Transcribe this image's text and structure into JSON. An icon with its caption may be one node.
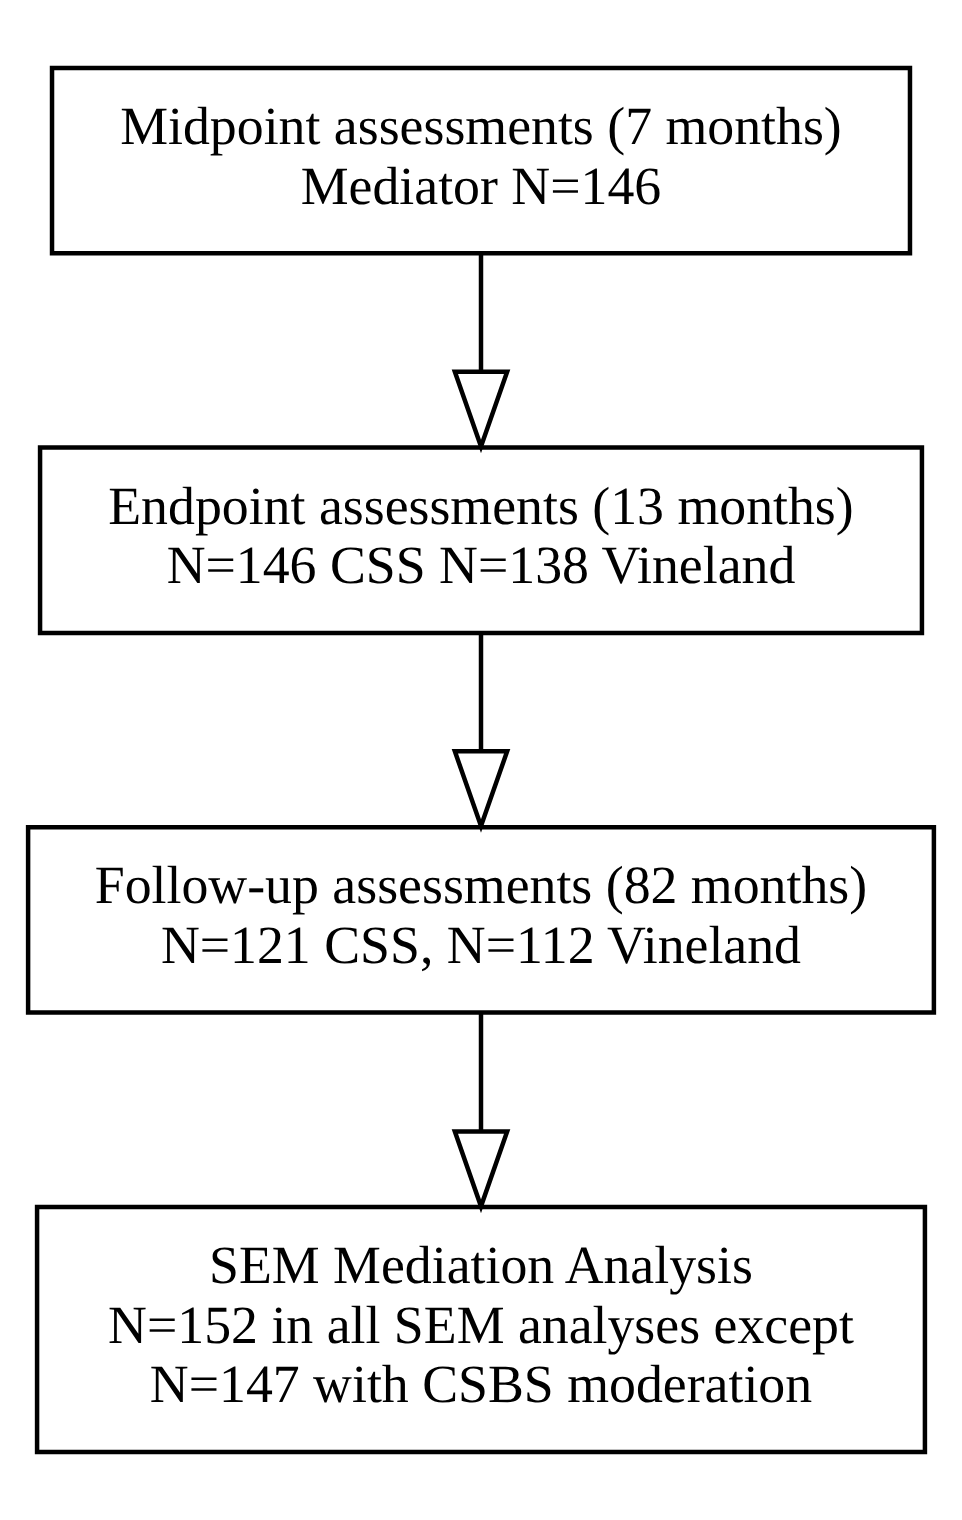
{
  "diagram": {
    "nodes": [
      {
        "text": [
          "Midpoint assessments (7 months)",
          "Mediator N=146"
        ]
      },
      {
        "text": [
          "Endpoint assessments (13 months)",
          "N=146 CSS N=138 Vineland"
        ]
      },
      {
        "text": [
          "Follow-up assessments (82 months)",
          "N=121 CSS, N=112 Vineland"
        ]
      },
      {
        "text": [
          "SEM Mediation Analysis",
          "N=152 in all SEM analyses except N=147 with CSBS moderation"
        ]
      }
    ],
    "edges": [
      {
        "from": 0,
        "to": 1,
        "arrow": "to"
      },
      {
        "from": 1,
        "to": 2,
        "arrow": "to"
      },
      {
        "from": 2,
        "to": 3,
        "arrow": "to"
      }
    ]
  }
}
